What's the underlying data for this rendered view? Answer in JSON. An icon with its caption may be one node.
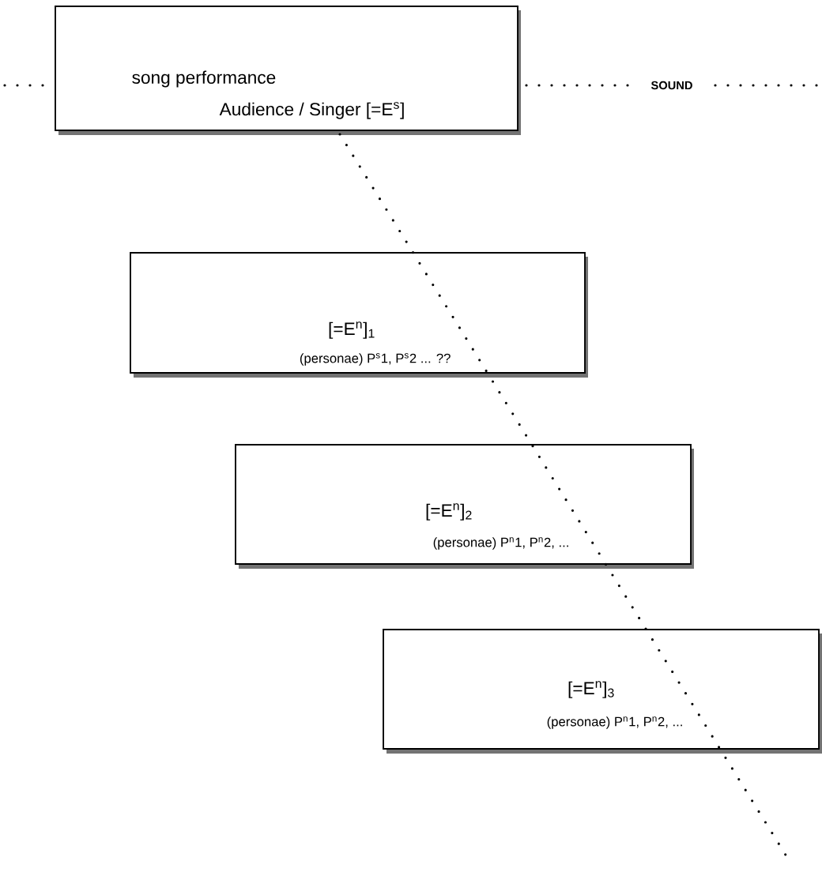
{
  "diagram": {
    "nodes": [
      {
        "text": [
          "song performance",
          "Audience / Singer [=E$^{s}$]"
        ]
      },
      {
        "text": [
          "[=E$^{n}$]$_{1}$",
          "(personae) P$^{s}$1, P$^{s}$2 ... ??"
        ]
      },
      {
        "text": [
          "[=E$^{n}$]$_{2}$",
          "(personae) P$^{n}$1, P$^{n}$2, ..."
        ]
      },
      {
        "text": [
          "[=E$^{n}$]$_{3}$",
          "(personae) P$^{n}$1, P$^{n}$2, ..."
        ]
      }
    ],
    "labels": [
      "SOUND"
    ]
  }
}
